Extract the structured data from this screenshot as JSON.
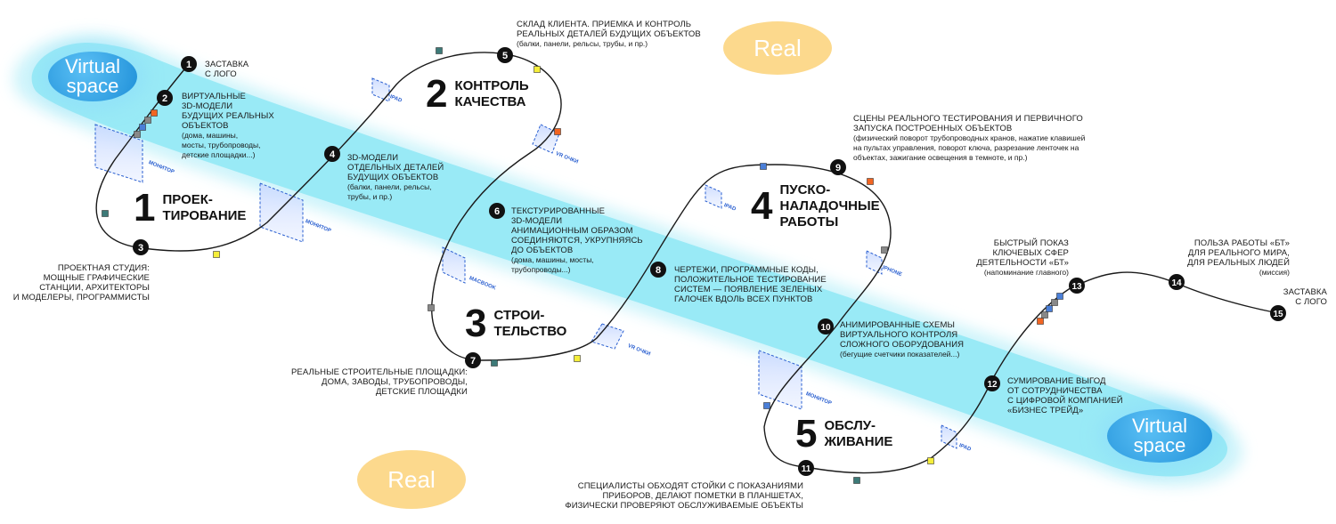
{
  "bubbles": {
    "virtual_top": "Virtual\nspace",
    "virtual_bottom": "Virtual\nspace",
    "real_top": "Real",
    "real_bottom": "Real"
  },
  "stages": [
    {
      "num": "1",
      "title": "ПРОЕК-\nТИРОВАНИЕ"
    },
    {
      "num": "2",
      "title": "КОНТРОЛЬ\nКАЧЕСТВА"
    },
    {
      "num": "3",
      "title": "СТРОИ-\nТЕЛЬСТВО"
    },
    {
      "num": "4",
      "title": "ПУСКО-\nНАЛАДОЧНЫЕ\nРАБОТЫ"
    },
    {
      "num": "5",
      "title": "ОБСЛУ-\nЖИВАНИЕ"
    }
  ],
  "steps": [
    {
      "n": "1",
      "head": "ЗАСТАВКА\nС ЛОГО",
      "sub": ""
    },
    {
      "n": "2",
      "head": "ВИРТУАЛЬНЫЕ\n3D-МОДЕЛИ\nБУДУЩИХ РЕАЛЬНЫХ\nОБЪЕКТОВ",
      "sub": "(дома, машины,\nмосты, трубопроводы,\nдетские площадки...)"
    },
    {
      "n": "3",
      "head": "ПРОЕКТНАЯ СТУДИЯ:\nМОЩНЫЕ ГРАФИЧЕСКИЕ\nСТАНЦИИ, АРХИТЕКТОРЫ\nИ МОДЕЛЕРЫ, ПРОГРАММИСТЫ",
      "sub": ""
    },
    {
      "n": "4",
      "head": "3D-МОДЕЛИ\nОТДЕЛЬНЫХ ДЕТАЛЕЙ\nБУДУЩИХ ОБЪЕКТОВ",
      "sub": "(балки, панели, рельсы,\nтрубы, и пр.)"
    },
    {
      "n": "5",
      "head": "СКЛАД КЛИЕНТА. ПРИЕМКА И КОНТРОЛЬ\nРЕАЛЬНЫХ ДЕТАЛЕЙ БУДУЩИХ ОБЪЕКТОВ",
      "sub": "(балки, панели, рельсы, трубы, и пр.)"
    },
    {
      "n": "6",
      "head": "ТЕКСТУРИРОВАННЫЕ\n3D-МОДЕЛИ\nАНИМАЦИОННЫМ ОБРАЗОМ\nСОЕДИНЯЮТСЯ, УКРУПНЯЯСЬ\nДО ОБЪЕКТОВ",
      "sub": "(дома, машины, мосты,\nтрубопроводы...)"
    },
    {
      "n": "7",
      "head": "РЕАЛЬНЫЕ СТРОИТЕЛЬНЫЕ ПЛОЩАДКИ:\nДОМА, ЗАВОДЫ, ТРУБОПРОВОДЫ,\nДЕТСКИЕ ПЛОЩАДКИ",
      "sub": ""
    },
    {
      "n": "8",
      "head": "ЧЕРТЕЖИ, ПРОГРАММНЫЕ КОДЫ,\nПОЛОЖИТЕЛЬНОЕ ТЕСТИРОВАНИЕ\nСИСТЕМ — ПОЯВЛЕНИЕ ЗЕЛЕНЫХ\nГАЛОЧЕК ВДОЛЬ ВСЕХ ПУНКТОВ",
      "sub": ""
    },
    {
      "n": "9",
      "head": "СЦЕНЫ РЕАЛЬНОГО ТЕСТИРОВАНИЯ И ПЕРВИЧНОГО\nЗАПУСКА ПОСТРОЕННЫХ ОБЪЕКТОВ",
      "sub": "(физический поворот трубопроводных кранов, нажатие клавишей\nна пультах управления, поворот ключа, разрезание ленточек на\nобъектах, зажигание освещения в темноте, и пр.)"
    },
    {
      "n": "10",
      "head": "АНИМИРОВАННЫЕ СХЕМЫ\nВИРТУАЛЬНОГО КОНТРОЛЯ\nСЛОЖНОГО ОБОРУДОВАНИЯ",
      "sub": "(бегущие счетчики показателей...)"
    },
    {
      "n": "11",
      "head": "СПЕЦИАЛИСТЫ ОБХОДЯТ СТОЙКИ С ПОКАЗАНИЯМИ\nПРИБОРОВ, ДЕЛАЮТ ПОМЕТКИ В ПЛАНШЕТАХ,\nФИЗИЧЕСКИ ПРОВЕРЯЮТ ОБСЛУЖИВАЕМЫЕ ОБЪЕКТЫ",
      "sub": ""
    },
    {
      "n": "12",
      "head": "СУМИРОВАНИЕ ВЫГОД\nОТ СОТРУДНИЧЕСТВА\nС ЦИФРОВОЙ КОМПАНИЕЙ\n«БИЗНЕС ТРЕЙД»",
      "sub": ""
    },
    {
      "n": "13",
      "head": "БЫСТРЫЙ ПОКАЗ\nКЛЮЧЕВЫХ СФЕР\nДЕЯТЕЛЬНОСТИ «БТ»",
      "sub": "(напоминание главного)"
    },
    {
      "n": "14",
      "head": "ПОЛЬЗА РАБОТЫ «БТ»\nДЛЯ РЕАЛЬНОГО МИРА,\nДЛЯ РЕАЛЬНЫХ ЛЮДЕЙ",
      "sub": "(миссия)"
    },
    {
      "n": "15",
      "head": "ЗАСТАВКА\nС ЛОГО",
      "sub": ""
    }
  ],
  "devices": [
    "МОНИТОР",
    "МОНИТОР",
    "IPAD",
    "VR ОЧКИ",
    "MACBOOK",
    "VR ОЧКИ",
    "IPAD",
    "IPHONE",
    "МОНИТОР",
    "IPAD"
  ],
  "colors": {
    "band": "#8fe8f5",
    "band_glow": "#c9f3fa",
    "virtual": "#2b9be6",
    "real": "#fcd98d",
    "marker": "#111111",
    "device": "#2a5fd0",
    "sq_yellow": "#f5ee3a",
    "sq_teal": "#3d7a78",
    "sq_blue": "#4a7fd8",
    "sq_orange": "#f26522",
    "sq_grey": "#888888"
  }
}
